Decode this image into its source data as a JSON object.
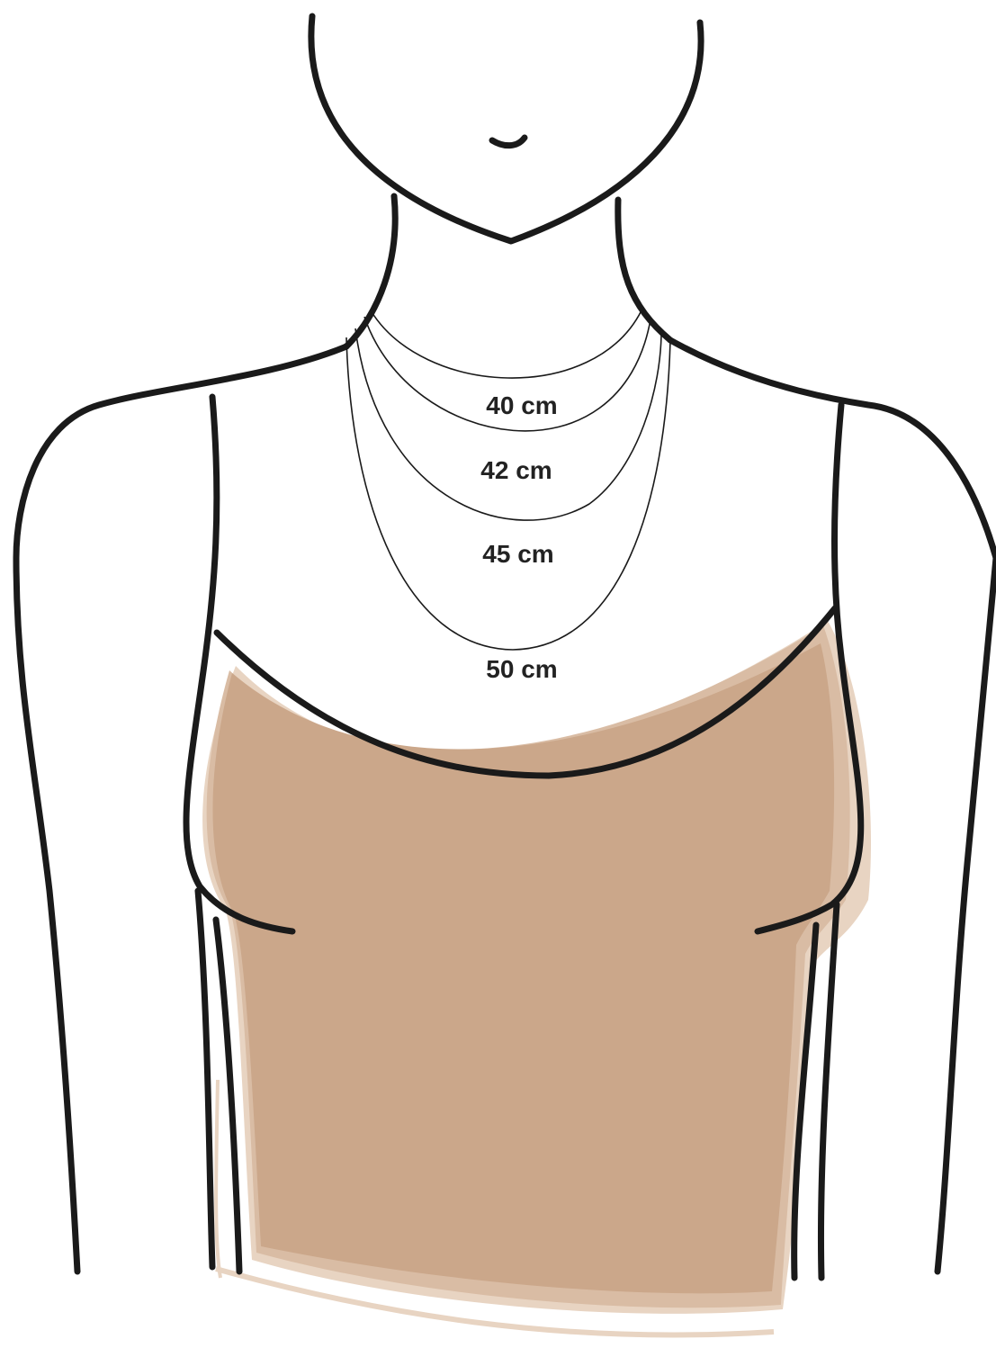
{
  "necklace_lengths": [
    {
      "label": "40 cm"
    },
    {
      "label": "42 cm"
    },
    {
      "label": "45 cm"
    },
    {
      "label": "50 cm"
    }
  ],
  "colors": {
    "top_fill": "#cba78a",
    "top_fill_light": "#e8d4c2",
    "top_fill_mid": "#d9bca4",
    "outline": "#1a1a1a",
    "label_text": "#222222"
  }
}
